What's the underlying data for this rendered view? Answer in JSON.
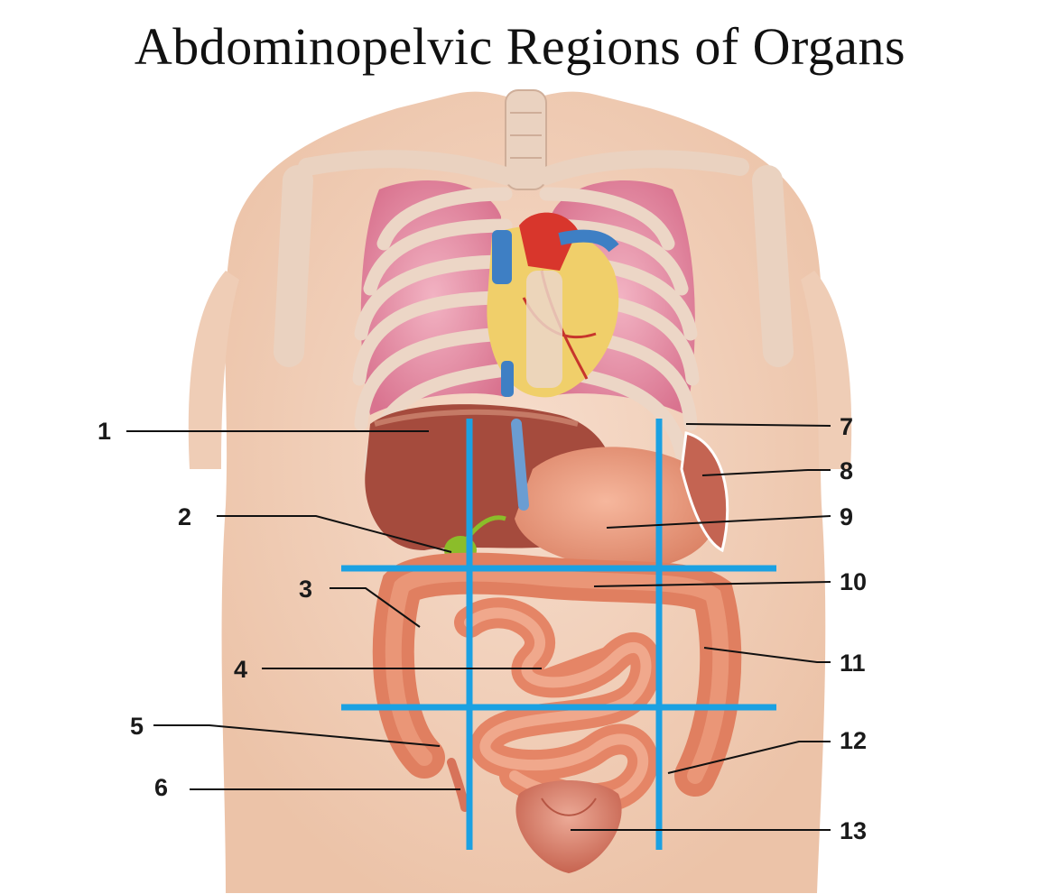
{
  "title": "Abdominopelvic Regions of Organs",
  "labels": [
    "1",
    "2",
    "3",
    "4",
    "5",
    "6",
    "7",
    "8",
    "9",
    "10",
    "11",
    "12",
    "13"
  ],
  "colors": {
    "grid_lines": "#1ba1e2",
    "skin": "#f3d2bd",
    "bone": "#ecd4c2",
    "lung": "#e88fa6",
    "liver": "#a24a3c",
    "intestine": "#e88a6c",
    "gallbladder": "#8bbd2a",
    "bladder": "#d97a66"
  }
}
